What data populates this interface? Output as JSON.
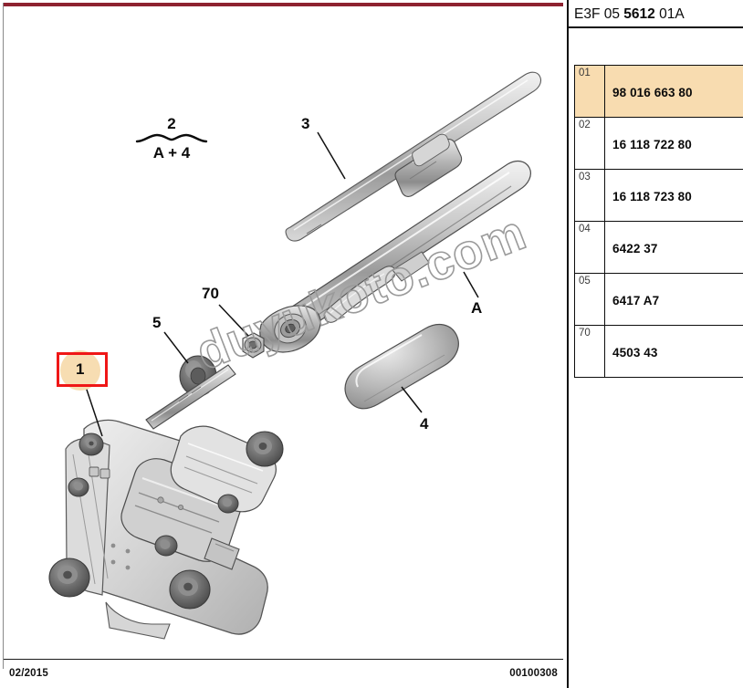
{
  "header": {
    "ref_prefix": "E3F 05",
    "ref_bold": "5612",
    "ref_suffix": "01A"
  },
  "parts_table": {
    "rows": [
      {
        "index": "01",
        "part_number": "98 016 663 80",
        "highlighted": true
      },
      {
        "index": "02",
        "part_number": "16 118 722 80",
        "highlighted": false
      },
      {
        "index": "03",
        "part_number": "16 118 723 80",
        "highlighted": false
      },
      {
        "index": "04",
        "part_number": "6422 37",
        "highlighted": false
      },
      {
        "index": "05",
        "part_number": "6417 A7",
        "highlighted": false
      },
      {
        "index": "70",
        "part_number": "4503 43",
        "highlighted": false
      }
    ]
  },
  "diagram": {
    "callouts": {
      "assembly_top": "2",
      "assembly_bottom": "A + 4",
      "item_1": "1",
      "item_3": "3",
      "item_4": "4",
      "item_5": "5",
      "item_70": "70",
      "item_A": "A"
    },
    "watermark": "duyukoto.com",
    "accent_color": "#ef1717",
    "highlight_color": "#f8dcb0",
    "band_color": "#8e2230"
  },
  "footer": {
    "date": "02/2015",
    "document_code": "00100308"
  }
}
